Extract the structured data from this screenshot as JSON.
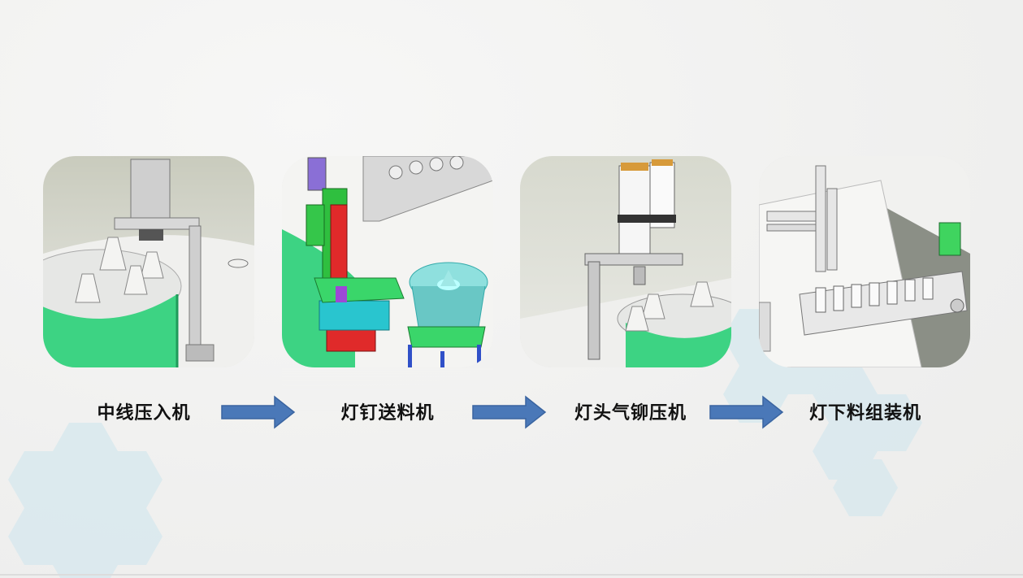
{
  "steps": [
    {
      "label": "中线压入机"
    },
    {
      "label": "灯钉送料机"
    },
    {
      "label": "灯头气铆压机"
    },
    {
      "label": "灯下料组装机"
    }
  ],
  "colors": {
    "arrow": "#4a78b8",
    "arrow_stroke": "#3a64a0",
    "hex": "#d4e6ec",
    "machine_green": "#3fd48a",
    "bowl_cyan": "#7fd8d6"
  },
  "icons": [
    "arrow-right-icon",
    "arrow-right-icon",
    "arrow-right-icon"
  ]
}
